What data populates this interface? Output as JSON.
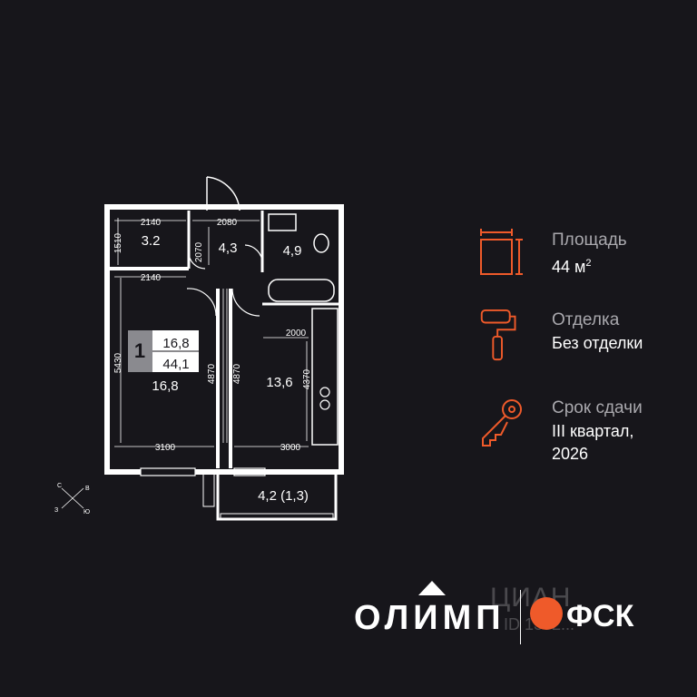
{
  "colors": {
    "background": "#17161b",
    "accent": "#ef5a2a",
    "muted": "#a9a8ad",
    "wall": "#ffffff"
  },
  "plan": {
    "dimensions": {
      "d_top_left": "2140",
      "d_top_mid": "2080",
      "d_left_small": "1510",
      "d_mid_small": "2070",
      "d_mid_left": "2140",
      "d_left_long": "5430",
      "d_corridor_left": "4870",
      "d_corridor_right": "4870",
      "d_bottom_left": "3100",
      "d_bottom_right": "3000",
      "d_kitchen_w": "2000",
      "d_kitchen_h": "4370"
    },
    "rooms": {
      "storage": "3.2",
      "hall": "4,3",
      "bath": "4,9",
      "bedroom": "16,8",
      "kitchen": "13,6",
      "balcony": "4,2 (1,3)"
    },
    "summary": {
      "rooms_count": "1",
      "living_area": "16,8",
      "total_area": "44,1"
    },
    "compass": {
      "n": "С",
      "e": "В",
      "s": "Ю",
      "w": "З"
    }
  },
  "info": {
    "area_label": "Площадь",
    "area_value": "44 м",
    "area_unit_sup": "2",
    "finish_label": "Отделка",
    "finish_value": "Без отделки",
    "deadline_label": "Срок сдачи",
    "deadline_value_1": "III квартал,",
    "deadline_value_2": "2026",
    "icons": [
      "floor-area-icon",
      "paint-roller-icon",
      "key-icon"
    ]
  },
  "footer": {
    "brand": "ОЛИМП",
    "developer": "ФСК",
    "watermark_text": "ЦИАН",
    "watermark_id": "ID 1302..."
  }
}
